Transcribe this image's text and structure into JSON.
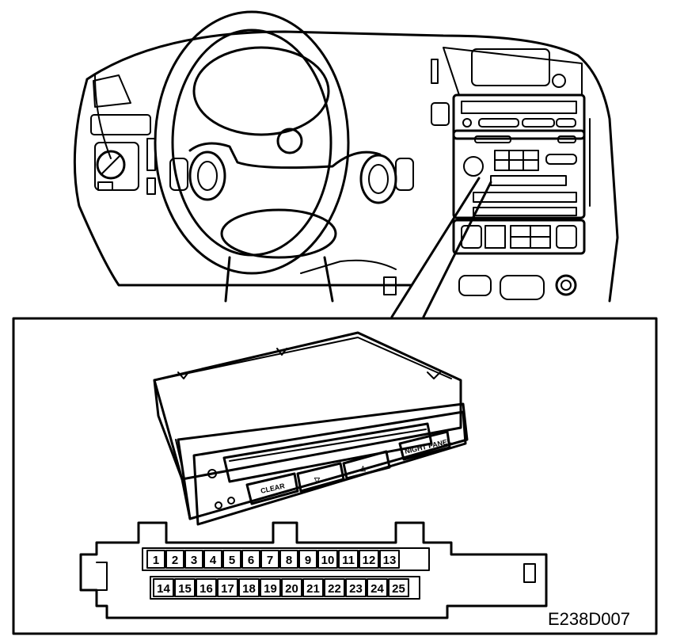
{
  "figure_code": "E238D007",
  "display_unit": {
    "buttons": {
      "clear": "CLEAR",
      "night_panel": "NIGHT PANEL",
      "down_symbol": "▽",
      "up_symbol": "△"
    }
  },
  "connector": {
    "top_row_pins": [
      "1",
      "2",
      "3",
      "4",
      "5",
      "6",
      "7",
      "8",
      "9",
      "10",
      "11",
      "12",
      "13"
    ],
    "bottom_row_pins": [
      "14",
      "15",
      "16",
      "17",
      "18",
      "19",
      "20",
      "21",
      "22",
      "23",
      "24",
      "25"
    ]
  }
}
